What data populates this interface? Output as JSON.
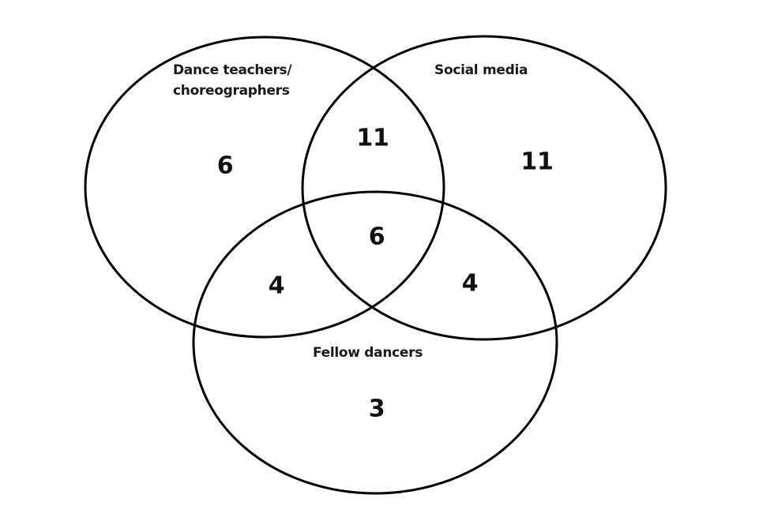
{
  "diagram": {
    "type": "venn-3",
    "stroke_color": "#000000",
    "background": "#ffffff",
    "sets": [
      {
        "id": "A",
        "label_line1": "Dance teachers/",
        "label_line2": "choreographers"
      },
      {
        "id": "B",
        "label": "Social media"
      },
      {
        "id": "C",
        "label": "Fellow dancers"
      }
    ],
    "regions": {
      "A_only": "6",
      "B_only": "11",
      "C_only": "3",
      "A_and_B": "11",
      "A_and_C": "4",
      "B_and_C": "4",
      "A_and_B_and_C": "6"
    }
  }
}
